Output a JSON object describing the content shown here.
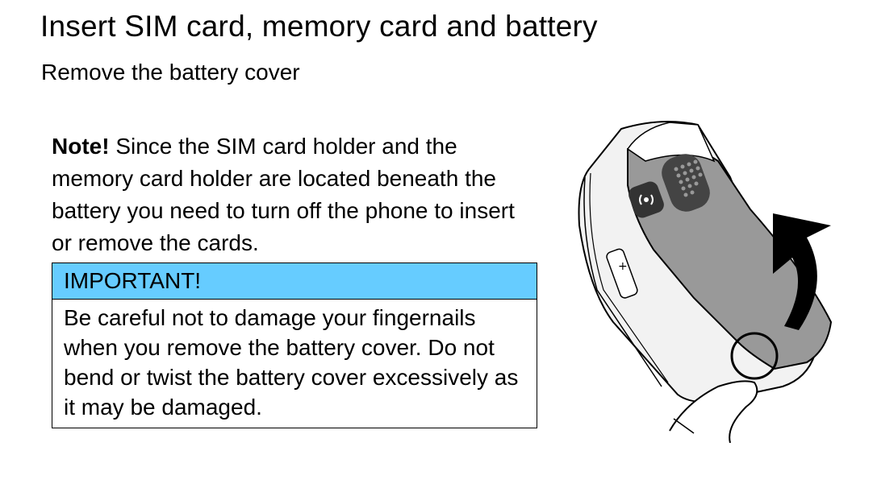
{
  "page": {
    "title": "Insert SIM card, memory card and battery",
    "subtitle": "Remove the battery cover"
  },
  "note": {
    "label": "Note!",
    "text": " Since the SIM card holder and the memory card holder are located beneath the battery you need to turn off the phone to insert or remove the cards."
  },
  "important": {
    "header": "IMPORTANT!",
    "body": "Be careful not to damage your fingernails when you remove the battery cover. Do not bend or twist the battery cover excessively as it may be damaged."
  },
  "illustration": {
    "icons": [
      "phone-back-icon",
      "speaker-grille-icon",
      "nfc-icon",
      "curved-arrow-icon",
      "notch-circle-icon",
      "finger-icon"
    ],
    "colors": {
      "cover": "#999999",
      "arrow": "#000000"
    }
  }
}
